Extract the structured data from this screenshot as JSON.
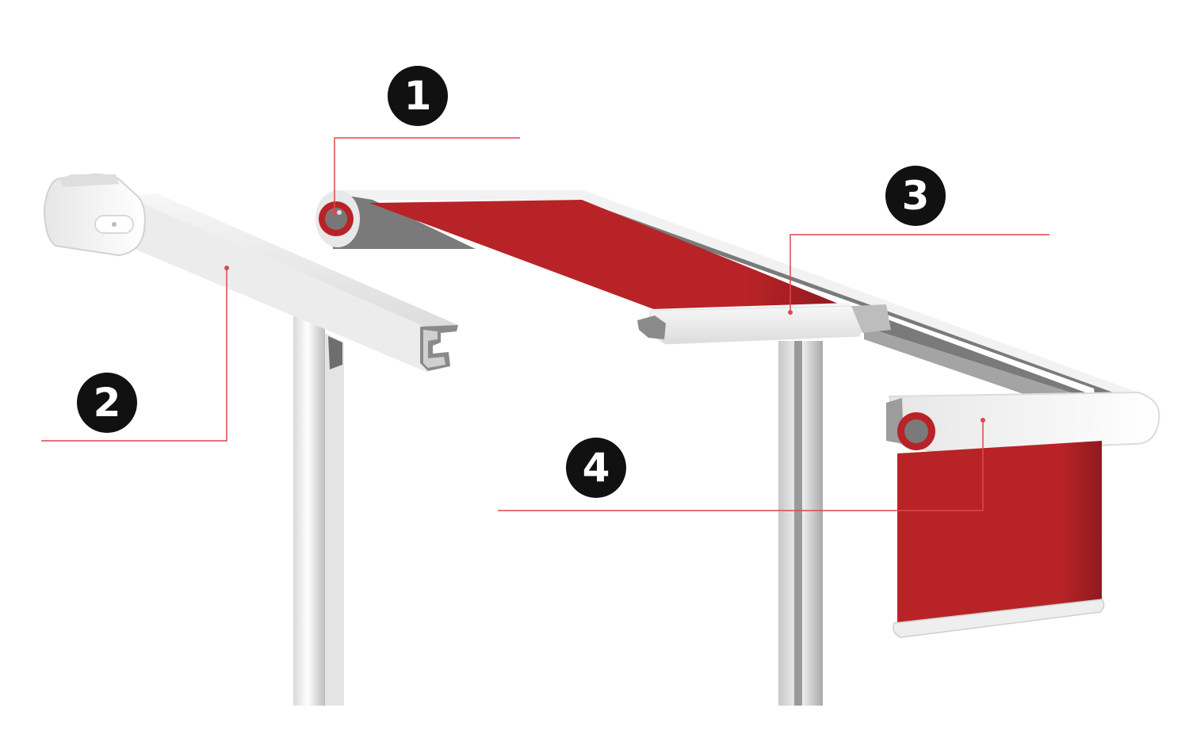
{
  "colors": {
    "background": "#ffffff",
    "fabric": "#b82327",
    "fabric_dark": "#8f1a1e",
    "aluminium": "#eeeeee",
    "aluminium_shade": "#cfcfcf",
    "aluminium_dark": "#7a7a7a",
    "leader_line": "#e0474c",
    "badge": "#111111",
    "badge_text": "#ffffff"
  },
  "callouts": [
    {
      "number": "1",
      "target": "cassette-roller"
    },
    {
      "number": "2",
      "target": "side-rail-profile"
    },
    {
      "number": "3",
      "target": "front-bar"
    },
    {
      "number": "4",
      "target": "front-valance-roller"
    }
  ]
}
